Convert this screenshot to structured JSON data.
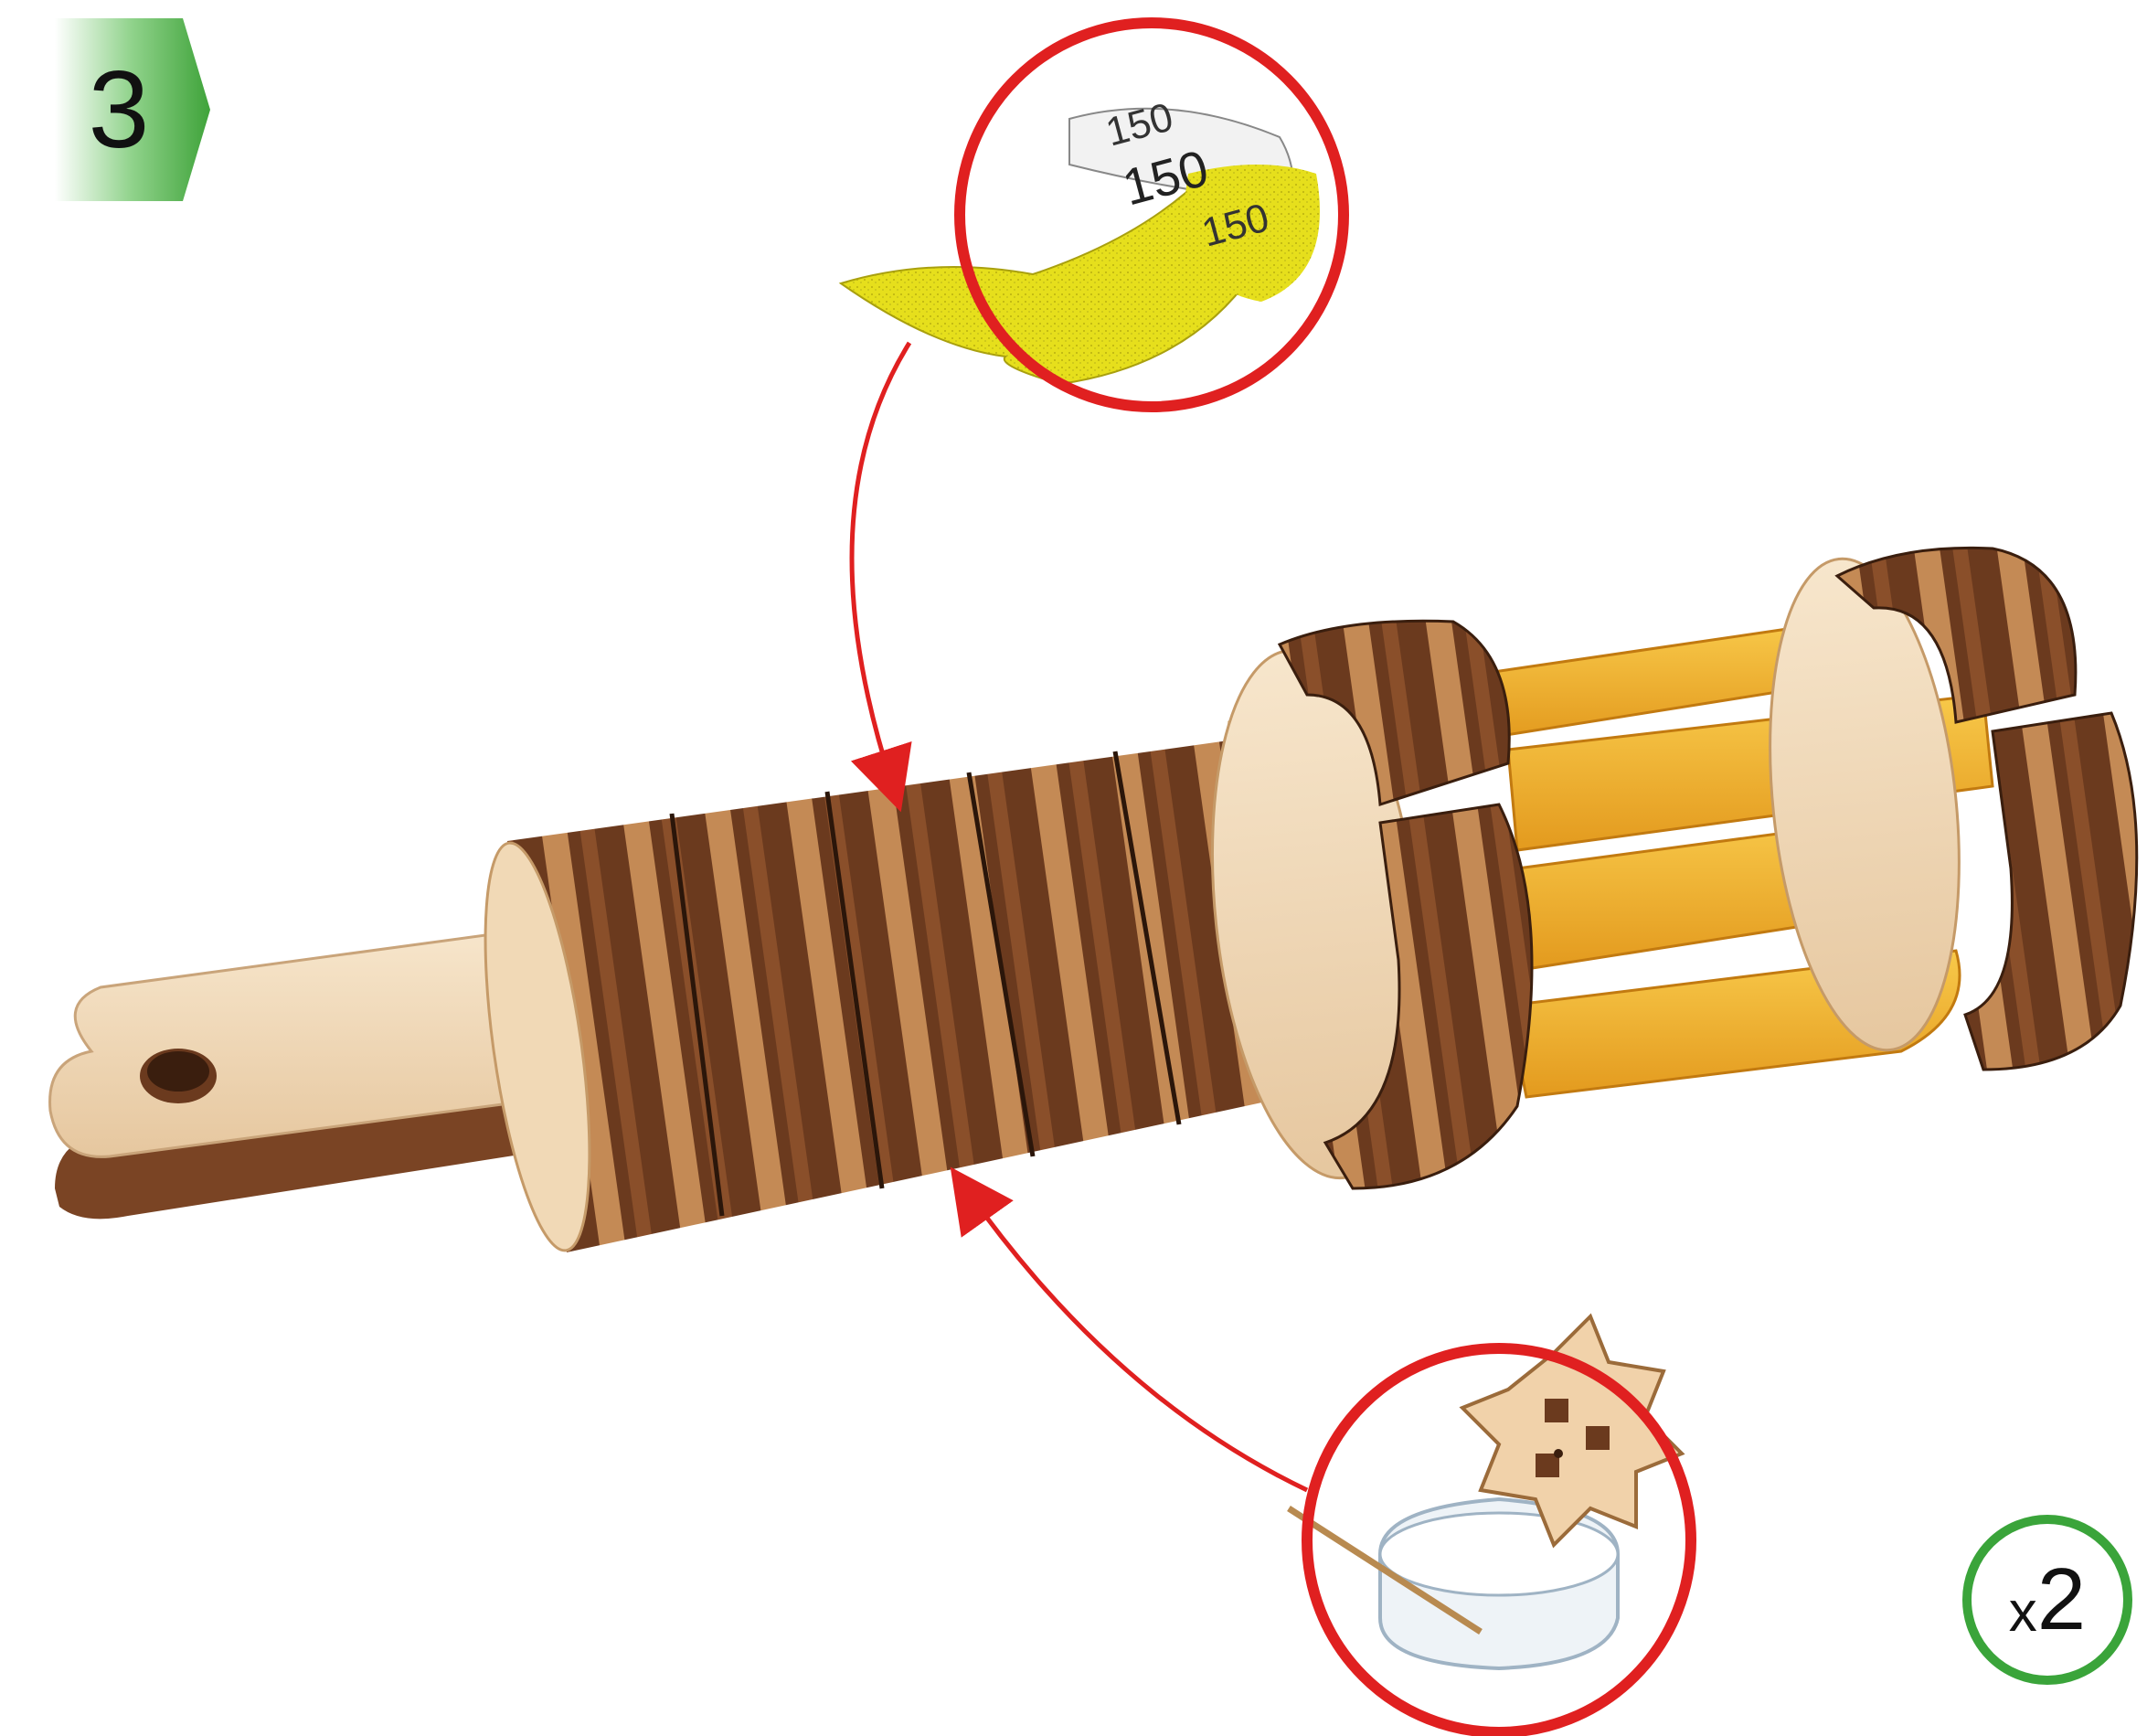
{
  "step": {
    "number": "3",
    "color": "#3fa33a"
  },
  "quantity": {
    "prefix": "x",
    "count": "2",
    "color": "#3aa43a"
  },
  "callouts": {
    "sandpaper": {
      "grit_labels": [
        "150",
        "150",
        "150"
      ],
      "ring_color": "#e02020"
    },
    "glue": {
      "ring_color": "#e02020"
    }
  },
  "colors": {
    "arrow": "#e02020",
    "wood_dark": "#6b3a1e",
    "wood_light": "#c8935a",
    "plywood": "#f2dcc0",
    "spokes": "#f2b534",
    "sandpaper": "#e8e21a"
  }
}
